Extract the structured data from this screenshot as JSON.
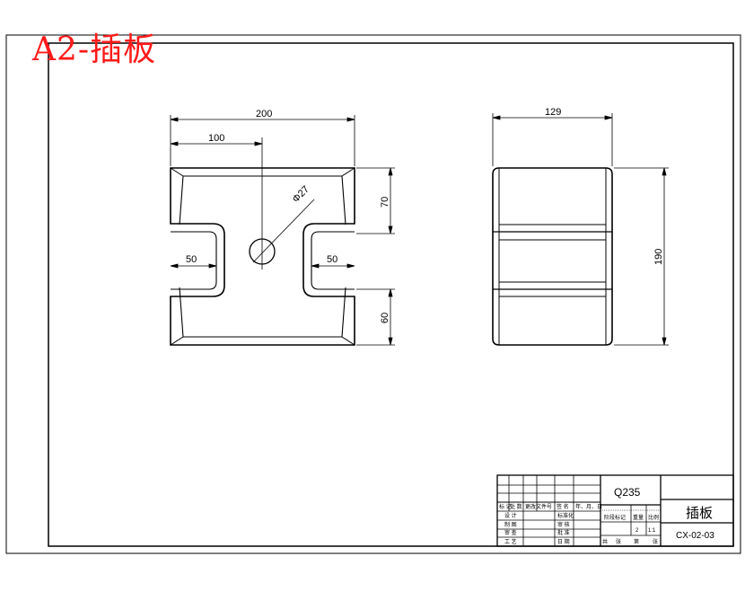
{
  "sheet": {
    "stamp_label": "A2-插板",
    "line_color": "#000000",
    "stamp_color": "#ff1a1a"
  },
  "front_view": {
    "dim_width": "200",
    "dim_half": "100",
    "dim_upper_height": "70",
    "dim_lower_height": "60",
    "dim_slot_left": "50",
    "dim_slot_right": "50",
    "dim_hole": "Φ27"
  },
  "side_view": {
    "dim_width": "129",
    "dim_height": "190"
  },
  "title_block": {
    "material": "Q235",
    "part_name": "插板",
    "drawing_no": "CX-02-03",
    "scale_value": "1:1",
    "weight_value": "2",
    "rows": [
      {
        "mark": "标 记",
        "count": "处 数",
        "doc": "更改文件号",
        "sign": "签 名",
        "date": "年、月、日"
      },
      {
        "mark": "设 计",
        "std": "标准化"
      },
      {
        "mark": "制 图",
        "std": "审 核"
      },
      {
        "mark": "审 查",
        "std": "批 准"
      },
      {
        "mark": "工 艺",
        "std": "日 期"
      }
    ],
    "stage_label": "阶段标记",
    "weight_label": "重量",
    "scale_label": "比例",
    "sheet_total": "共",
    "sheet_page": "第",
    "sheet_unit1": "张",
    "sheet_unit2": "张"
  }
}
